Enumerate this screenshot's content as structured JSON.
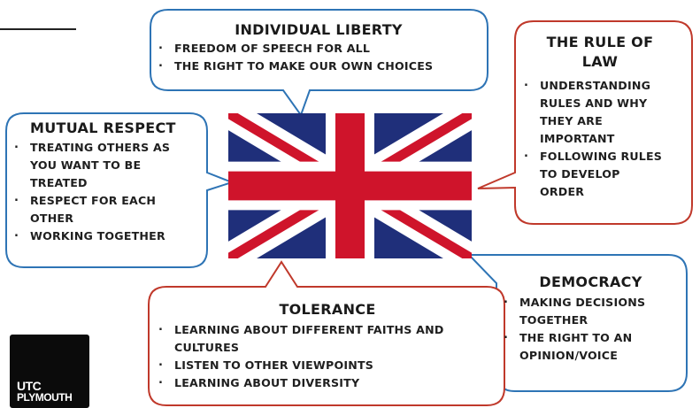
{
  "diagram": {
    "individual_liberty": {
      "title": "INDIVIDUAL LIBERTY",
      "items": [
        "FREEDOM OF SPEECH FOR ALL",
        "THE RIGHT TO MAKE OUR OWN CHOICES"
      ]
    },
    "rule_of_law": {
      "title_line1": "THE RULE OF",
      "title_line2": "LAW",
      "items": [
        "UNDERSTANDING RULES AND WHY THEY ARE IMPORTANT",
        "FOLLOWING RULES TO DEVELOP ORDER"
      ]
    },
    "mutual_respect": {
      "title": "MUTUAL RESPECT",
      "items": [
        "TREATING OTHERS AS YOU WANT TO BE TREATED",
        "RESPECT FOR EACH OTHER",
        "WORKING TOGETHER"
      ]
    },
    "democracy": {
      "title": "DEMOCRACY",
      "items": [
        "MAKING DECISIONS TOGETHER",
        "THE RIGHT TO AN OPINION/VOICE"
      ]
    },
    "tolerance": {
      "title": "TOLERANCE",
      "items": [
        "LEARNING ABOUT DIFFERENT FAITHS AND CULTURES",
        "LISTEN TO OTHER VIEWPOINTS",
        "LEARNING ABOUT DIVERSITY"
      ]
    }
  },
  "logo": {
    "line1": "UTC",
    "line2": "PLYMOUTH"
  },
  "colors": {
    "blue_border": "#2e74b5",
    "red_border": "#c0392b",
    "flag_blue": "#1f2f7a",
    "flag_red": "#cf142b"
  }
}
